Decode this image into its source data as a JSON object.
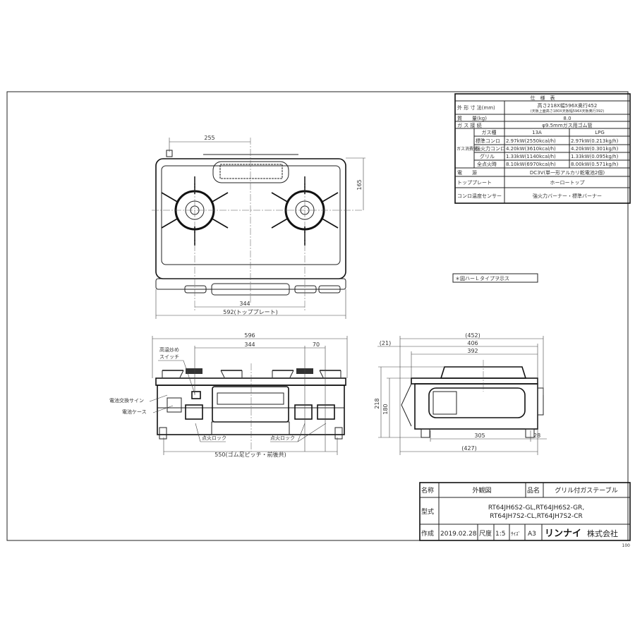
{
  "spec_table": {
    "title": "仕　様　表",
    "rows": [
      {
        "label": "外 形 寸 法(mm)",
        "value": "高さ218X幅596X奥行452",
        "sub": "(天板上面高さ180X天板幅596X天板奥行392)"
      },
      {
        "label": "質　　量(kg)",
        "value": "8.0"
      },
      {
        "label": "ガ ス 接 続",
        "value": "φ9.5mmガス用ゴム管"
      }
    ],
    "gas_group_label": "ガス消費量",
    "gas_header": {
      "label": "ガス種",
      "col1": "13A",
      "col2": "LPG"
    },
    "gas_rows": [
      {
        "label": "標準コンロ",
        "col1": "2.97kW(2550kcal/h)",
        "col2": "2.97kW(0.213kg/h)"
      },
      {
        "label": "強火力コンロ",
        "col1": "4.20kW(3610kcal/h)",
        "col2": "4.20kW(0.301kg/h)"
      },
      {
        "label": "グリル",
        "col1": "1.33kW(1140kcal/h)",
        "col2": "1.33kW(0.095kg/h)"
      },
      {
        "label": "全点火時",
        "col1": "8.10kW(6970kcal/h)",
        "col2": "8.00kW(0.571kg/h)"
      }
    ],
    "bottom_rows": [
      {
        "label": "電　　源",
        "value": "DC3V(単一形アルカリ乾電池2個)"
      },
      {
        "label": "トッププレート",
        "value": "ホーロートップ"
      },
      {
        "label": "コンロ温度センサー",
        "value": "強火力バーナー・標準バーナー"
      }
    ]
  },
  "note": "＊図ハーＬタイプヲ示ス",
  "top_view": {
    "dim_255": "255",
    "dim_165": "165",
    "dim_344": "344",
    "dim_592": "592(トッププレート)"
  },
  "front_view": {
    "dim_596": "596",
    "dim_344": "344",
    "dim_70": "70",
    "dim_550": "550(ゴム足ピッチ・前後共)",
    "label_switch": [
      "高温炒め",
      "スイッチ"
    ],
    "label_battery_sign": "電池交換サイン",
    "label_battery_case": "電池ケース",
    "label_lock_left": "点火ロック",
    "label_lock_right": "点火ロック"
  },
  "side_view": {
    "dim_452": "(452)",
    "dim_406": "406",
    "dim_392": "392",
    "dim_21": "(21)",
    "dim_218": "218",
    "dim_180": "180",
    "dim_305": "305",
    "dim_28": "28",
    "dim_427": "(427)"
  },
  "title_block": {
    "name_label": "名称",
    "name_value": "外観図",
    "product_label": "品名",
    "product_value": "グリル付ガステーブル",
    "model_label": "型式",
    "models": [
      "RT64JH6S2-GL,RT64JH6S2-GR,",
      "RT64JH7S2-CL,RT64JH7S2-CR"
    ],
    "created_label": "作成",
    "created_date": "2019.02.28",
    "scale_label": "尺度",
    "scale_value": "1:5",
    "size_label": "ｻｲｽﾞ",
    "size_value": "A3",
    "company_brand": "リンナイ",
    "company_suffix": "株式会社",
    "page_code": "100"
  }
}
